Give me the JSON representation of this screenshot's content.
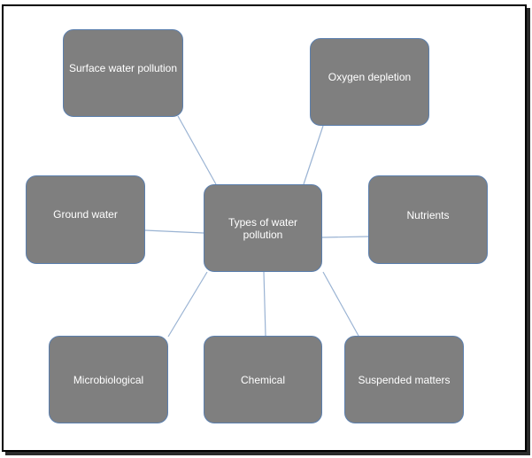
{
  "diagram": {
    "center": "Types of water pollution",
    "nodes": {
      "surface": "Surface water pollution",
      "oxygen": "Oxygen depletion",
      "ground": "Ground water",
      "nutrients": "Nutrients",
      "microbiological": "Microbiological",
      "chemical": "Chemical",
      "suspended": "Suspended matters"
    }
  },
  "colors": {
    "box_fill": "#7f7f7f",
    "box_border": "#5b7fae",
    "connector": "#9ab3d3",
    "text": "#ffffff"
  }
}
